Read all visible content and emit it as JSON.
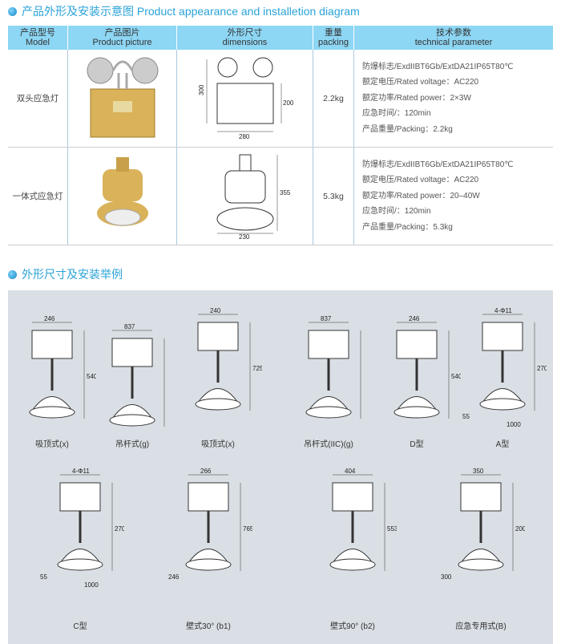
{
  "section1_title": "产品外形及安装示意图 Product appearance and installetion diagram",
  "section2_title": "外形尺寸及安装举例",
  "table": {
    "headers": [
      {
        "cn": "产品型号",
        "en": "Model"
      },
      {
        "cn": "产品图片",
        "en": "Product picture"
      },
      {
        "cn": "外形尺寸",
        "en": "dimensions"
      },
      {
        "cn": "重量",
        "en": "packing"
      },
      {
        "cn": "技术参数",
        "en": "technical parameter"
      }
    ],
    "rows": [
      {
        "model": "双头应急灯",
        "dims": [
          "300",
          "200",
          "280"
        ],
        "weight": "2.2kg",
        "params": [
          "防爆标志/ExdIIBT6Gb/ExtDA21IP65T80℃",
          "额定电压/Rated voltage：AC220",
          "额定功率/Rated power：2×3W",
          "应急时间/：120min",
          "产品重量/Packing：2.2kg"
        ]
      },
      {
        "model": "一体式应急灯",
        "dims": [
          "355",
          "230"
        ],
        "weight": "5.3kg",
        "params": [
          "防爆标志/ExdIIBT6Gb/ExtDA21IP65T80℃",
          "额定电压/Rated voltage：AC220",
          "额定功率/Rated power：20–40W",
          "应急时间/：120min",
          "产品重量/Packing：5.3kg"
        ]
      }
    ]
  },
  "diagrams": [
    {
      "label": "吸顶式(x)",
      "dims": [
        "246",
        "540"
      ]
    },
    {
      "label": "吊杆式(g)",
      "dims": [
        "837"
      ]
    },
    {
      "label": "吸顶式(x)",
      "dims": [
        "240",
        "725"
      ]
    },
    {
      "label": "吊杆式(IIC)(g)",
      "dims": [
        "837"
      ]
    },
    {
      "label": "D型",
      "dims": [
        "246",
        "540"
      ]
    },
    {
      "label": "A型",
      "dims": [
        "4-Φ11",
        "270",
        "55",
        "1000"
      ]
    },
    {
      "label": "C型",
      "dims": [
        "4-Φ11",
        "270",
        "55",
        "1000"
      ]
    },
    {
      "label": "壁式30° (b1)",
      "dims": [
        "266",
        "765",
        "246"
      ]
    },
    {
      "label": "壁式90° (b2)",
      "dims": [
        "404",
        "553"
      ]
    },
    {
      "label": "应急专用式(B)",
      "dims": [
        "350",
        "200",
        "300"
      ]
    }
  ]
}
